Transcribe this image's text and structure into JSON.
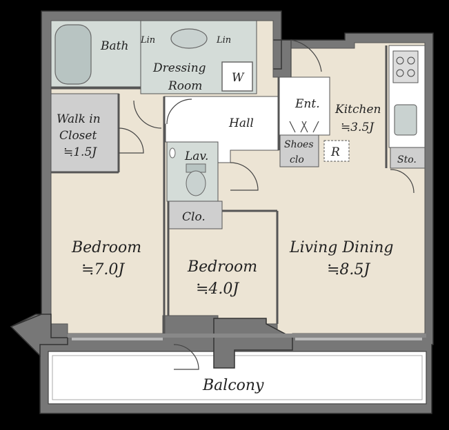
{
  "rooms": {
    "bath": "Bath",
    "linen_left": "Lin",
    "linen_right": "Lin",
    "dressing_line1": "Dressing",
    "dressing_line2": "Room",
    "washer": "W",
    "walkin_line1": "Walk in",
    "walkin_line2": "Closet",
    "walkin_size": "≒1.5J",
    "hall": "Hall",
    "entrance": "Ent.",
    "kitchen": "Kitchen",
    "kitchen_size": "≒3.5J",
    "shoes_line1": "Shoes",
    "shoes_line2": "clo",
    "refrigerator": "R",
    "storage": "Sto.",
    "lavatory": "Lav.",
    "closet": "Clo.",
    "bedroom1": "Bedroom",
    "bedroom1_size": "≒7.0J",
    "bedroom2": "Bedroom",
    "bedroom2_size": "≒4.0J",
    "living": "Living Dining",
    "living_size": "≒8.5J",
    "balcony": "Balcony"
  },
  "colors": {
    "background": "#000000",
    "floor": "#ece4d4",
    "wet_area": "#d4dcd8",
    "storage_area": "#cfcfcf",
    "wall": "#777777",
    "balcony": "#ffffff",
    "white_area": "#ffffff"
  }
}
